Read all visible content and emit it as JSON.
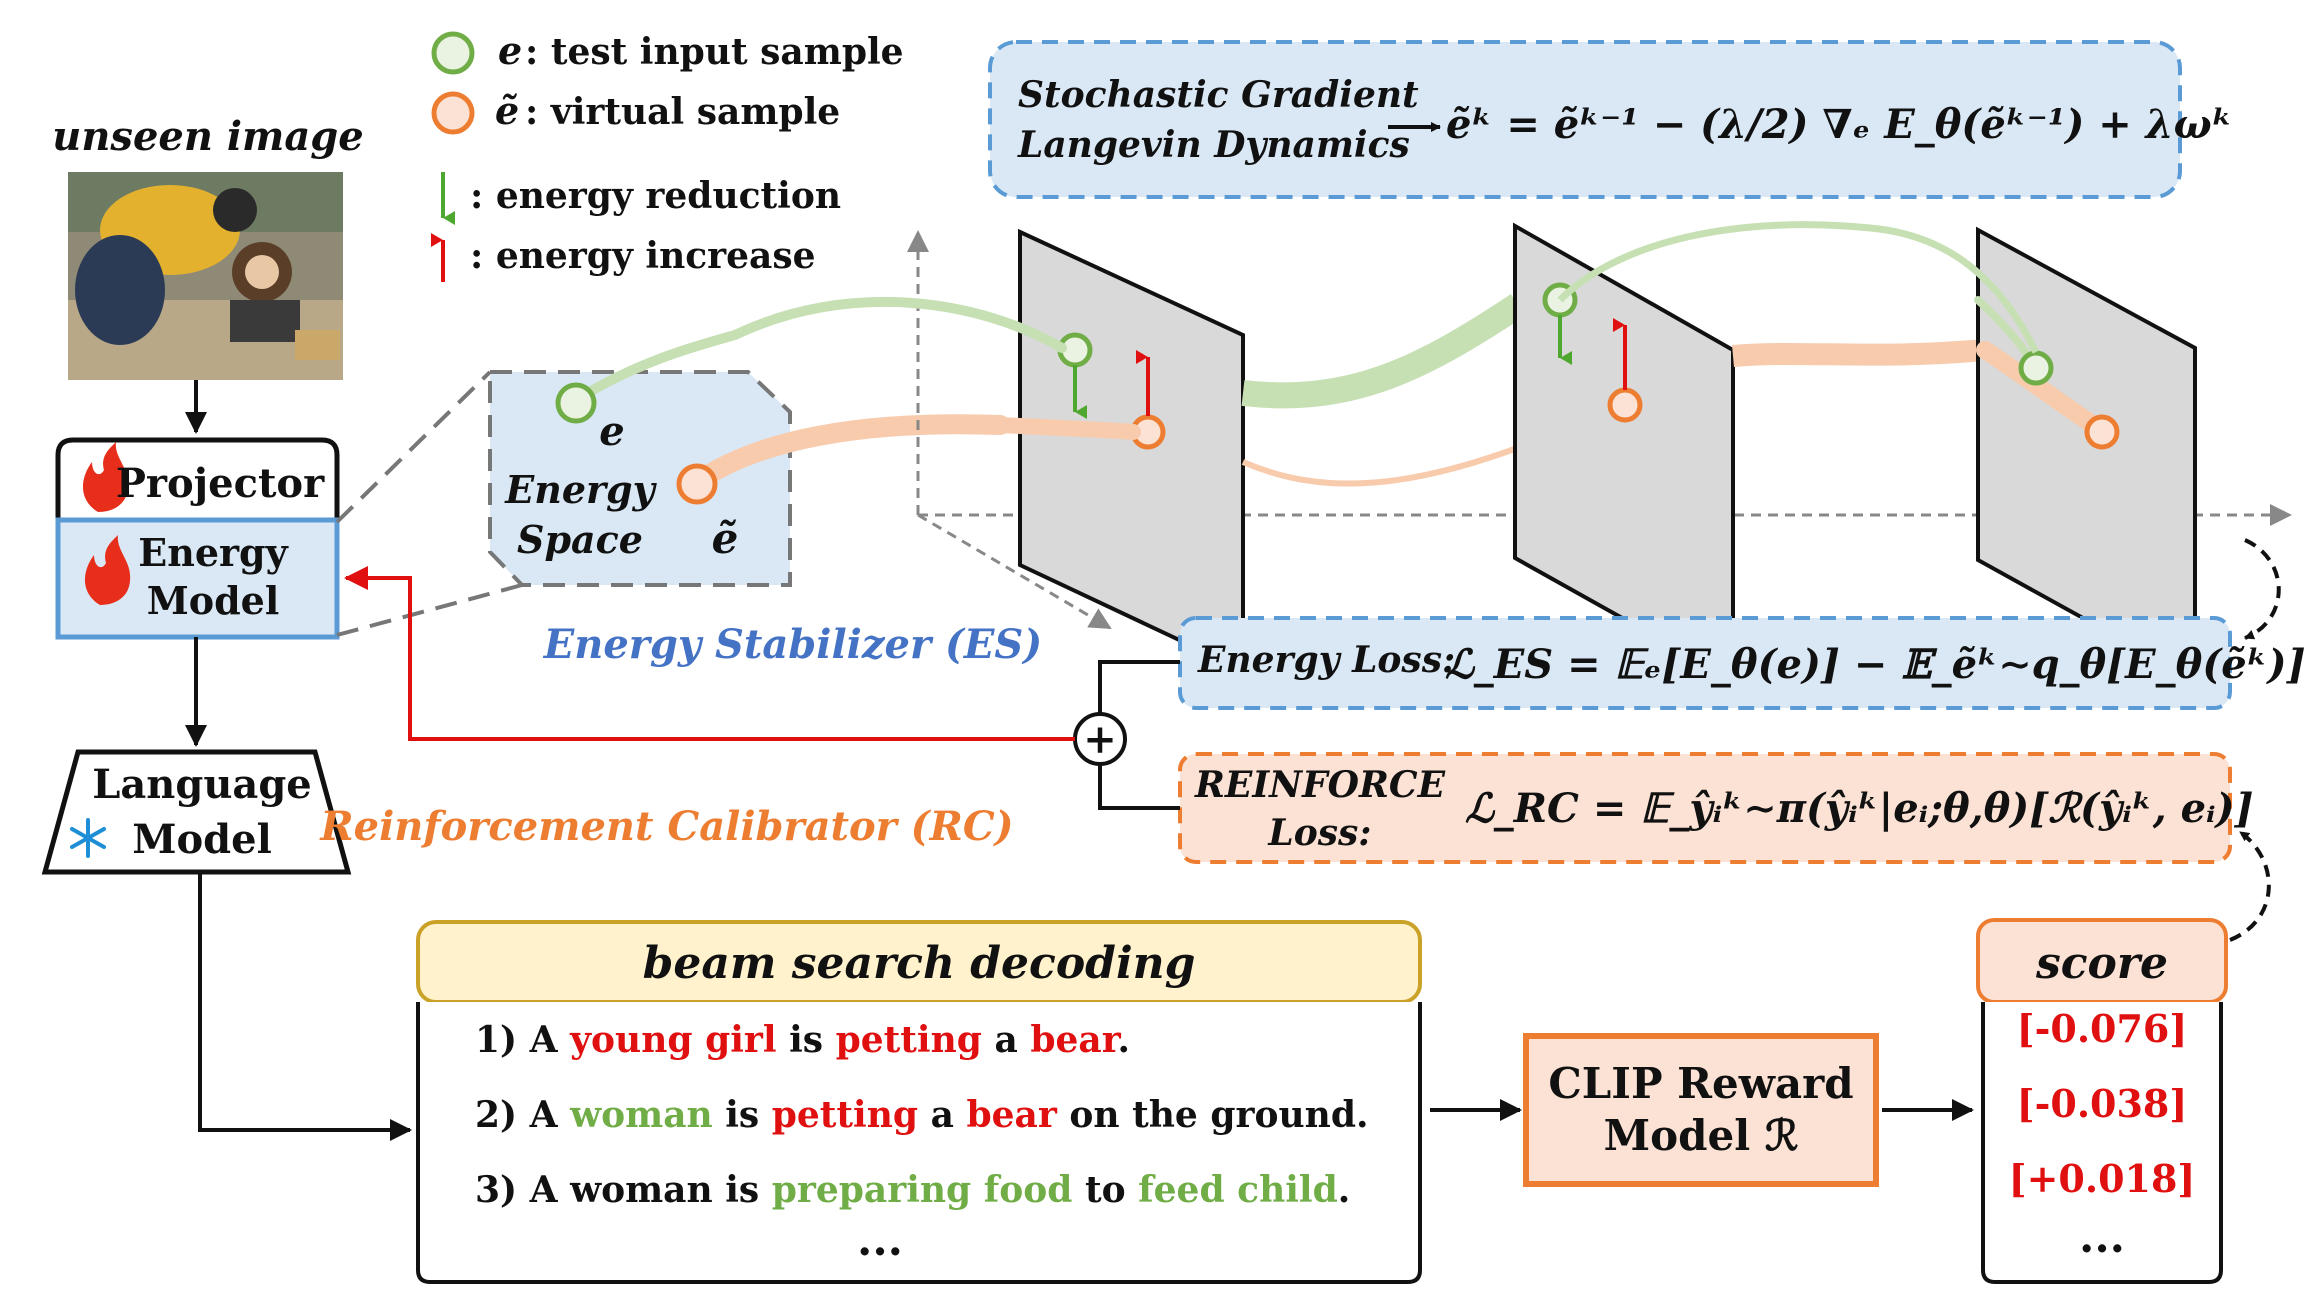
{
  "legend": {
    "test_symbol": "e",
    "test_text": ": test input sample",
    "virtual_symbol": "ẽ",
    "virtual_text": ": virtual sample",
    "reduction_text": ": energy reduction",
    "increase_text": ": energy increase"
  },
  "input": {
    "label": "unseen image"
  },
  "projector": {
    "label": "Projector"
  },
  "energy_model": {
    "line1": "Energy",
    "line2": "Model"
  },
  "energy_space": {
    "line1": "Energy",
    "line2": "Space",
    "e": "e",
    "e_tilde": "ẽ"
  },
  "es_title": "Energy Stabilizer (ES)",
  "rc_title": "Reinforcement Calibrator (RC)",
  "language_model": {
    "line1": "Language",
    "line2": "Model"
  },
  "sgld": {
    "line1": "Stochastic Gradient",
    "line2": "Langevin Dynamics",
    "formula": "ẽᵏ = ẽᵏ⁻¹ − (λ/2) ∇ₑ E_θ(ẽᵏ⁻¹) + λωᵏ"
  },
  "energy_loss": {
    "label": "Energy Loss:",
    "formula": "ℒ_ES = 𝔼ₑ[E_θ(e)] − 𝔼_ẽᵏ∼q_θ[E_θ(ẽᵏ)]"
  },
  "reinforce_loss": {
    "line1": "REINFORCE",
    "line2": "Loss:",
    "formula": "ℒ_RC = 𝔼_ŷᵢᵏ∼π(ŷᵢᵏ|eᵢ;θ,θ)[ℛ(ŷᵢᵏ, eᵢ)]"
  },
  "plus_symbol": "+",
  "beam": {
    "title": "beam search decoding",
    "ellipsis": "...",
    "captions": [
      [
        {
          "t": "1) A ",
          "c": "black"
        },
        {
          "t": "young girl",
          "c": "red"
        },
        {
          "t": " is ",
          "c": "black"
        },
        {
          "t": "petting",
          "c": "red"
        },
        {
          "t": " a ",
          "c": "black"
        },
        {
          "t": "bear",
          "c": "red"
        },
        {
          "t": ".",
          "c": "black"
        }
      ],
      [
        {
          "t": "2) A ",
          "c": "black"
        },
        {
          "t": "woman",
          "c": "green"
        },
        {
          "t": " is ",
          "c": "black"
        },
        {
          "t": "petting",
          "c": "red"
        },
        {
          "t": " a ",
          "c": "black"
        },
        {
          "t": "bear",
          "c": "red"
        },
        {
          "t": " on the ground.",
          "c": "black"
        }
      ],
      [
        {
          "t": "3) A woman is ",
          "c": "black"
        },
        {
          "t": "preparing food",
          "c": "green"
        },
        {
          "t": " to ",
          "c": "black"
        },
        {
          "t": "feed child",
          "c": "green"
        },
        {
          "t": ".",
          "c": "black"
        }
      ]
    ]
  },
  "clip": {
    "line1": "CLIP Reward",
    "line2": "Model ℛ"
  },
  "score": {
    "title": "score",
    "values": [
      "[-0.076]",
      "[-0.038]",
      "[+0.018]"
    ],
    "ellipsis": "..."
  },
  "colors": {
    "green": "#70ad47",
    "orange": "#ed7d31",
    "red": "#e01010",
    "blue_fill": "#dae8f5",
    "blue_border": "#5b9bd5",
    "orange_fill": "#fbe2d5",
    "yellow_fill": "#fff2cc",
    "es_text": "#4472c4",
    "rc_text": "#ed7d31",
    "plane": "#d9d9d9"
  }
}
